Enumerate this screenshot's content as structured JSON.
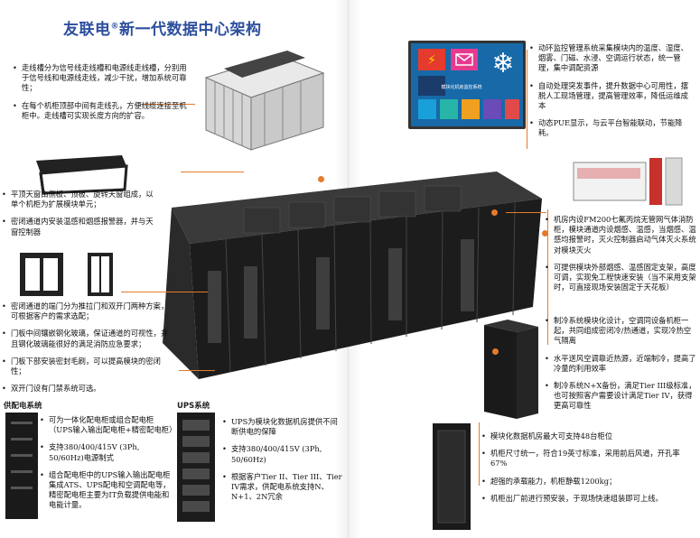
{
  "page": {
    "title_main": "友联电",
    "title_reg": "®",
    "title_rest": "新一代数据中心架构"
  },
  "left": {
    "cable": [
      "走线槽分为信号线走线槽和电源线走线槽，分别用于信号线和电源线走线，减少干扰，增加系统可靠性；",
      "在每个机柜顶部中间有走线孔，方便线缆连接至机柜中。走线槽可实现长度方向的扩容。"
    ],
    "window": [
      "平顶天窗由侧板、顶板、旋转天窗组成，以单个机柜为扩展模块单元；",
      "密闭通道内安装温感和烟感报警器，并与天窗控制器"
    ],
    "door": [
      "密闭通道的端门分为推拉门和双开门两种方案，可根据客户的需求选配；",
      "门板中间镶嵌钢化玻璃，保证通道的可视性，并且钢化玻璃能很好的满足消防应急要求；",
      "门板下部安装密封毛刷，可以提高模块的密闭性；",
      "双开门设有门禁系统可选。"
    ]
  },
  "pdu": {
    "label": "供配电系统",
    "items": [
      "可为一体化配电柜或组合配电柜（UPS输入输出配电柜+精密配电柜）",
      "支持380/400/415V (3Ph, 50/60Hz)电源制式",
      "组合配电柜中的UPS输入输出配电柜集成ATS、UPS配电和空调配电等，精密配电柜主要为IT负载提供电能和电能计量。"
    ]
  },
  "ups": {
    "label": "UPS系统",
    "items": [
      "UPS为模块化数据机房提供不间断供电的保障",
      "支持380/400/415V (3Ph, 50/60Hz)",
      "根据客户Tier II、Tier III、Tier IV需求，供配电系统支持N、N+1、2N冗余"
    ]
  },
  "right": {
    "monitor": [
      "动环监控管理系统采集模块内的温度、湿度、烟雾、门磁、水浸、空调运行状态，统一管理，集中调配资源",
      "自动处理突发事件，提升数据中心可用性，摆脱人工现场管理，提高管理效率，降低运维成本",
      "动态PUE显示，与云平台智能联动，节能降耗。"
    ],
    "fire": [
      "机房内设FM200七氟丙烷无管网气体消防柜，模块通道内设烟感、温感，当烟感、温感均报警时，灭火控制器启动气体灭火系统对模块灭火",
      "可提供模块外部烟感、温感固定支架，高度可调，实现免工程快速安装（当不采用支架时，可直接现场安装固定于天花板）"
    ],
    "cooling": [
      "制冷系统模块化设计，空调同设备机柜一起，共同组成密闭冷/热通道，实现冷热空气隔离",
      "水平送风空调靠近热源，近端制冷，提高了冷量的利用效率",
      "制冷系统N+X备份，满足Tier III级标准，也可按照客户需要设计满足Tier IV，获得更高可靠性"
    ],
    "rack": [
      "模块化数据机房最大可支持48台柜位",
      "机柜尺寸统一，符合19英寸标准，采用前后风道，开孔率67%",
      "超强的承载能力，机柜静载1200kg；",
      "机柜出厂前进行预安装，于现场快速组装即可上线。"
    ]
  },
  "hmi": {
    "label": "模块化机房监控系统"
  }
}
